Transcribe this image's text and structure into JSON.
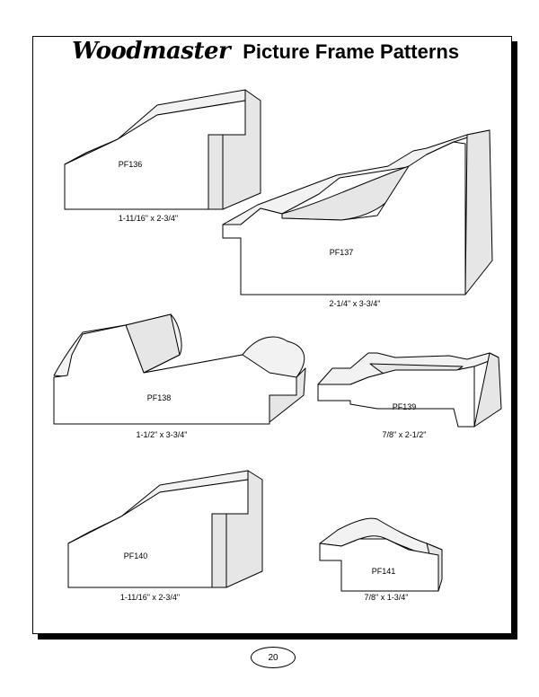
{
  "header": {
    "brand": "Woodmaster",
    "title": "Picture Frame Patterns"
  },
  "patterns": [
    {
      "code": "PF136",
      "size": "1-11/16\" x 2-3/4\""
    },
    {
      "code": "PF137",
      "size": "2-1/4\" x 3-3/4\""
    },
    {
      "code": "PF138",
      "size": "1-1/2\" x 3-3/4\""
    },
    {
      "code": "PF139",
      "size": "7/8\" x 2-1/2\""
    },
    {
      "code": "PF140",
      "size": "1-11/16\" x 2-3/4\""
    },
    {
      "code": "PF141",
      "size": "7/8\" x 1-3/4\""
    }
  ],
  "page_number": "20",
  "colors": {
    "face": "#ffffff",
    "side": "#e6e6e6",
    "top": "#f2f2f2",
    "line": "#000000"
  }
}
